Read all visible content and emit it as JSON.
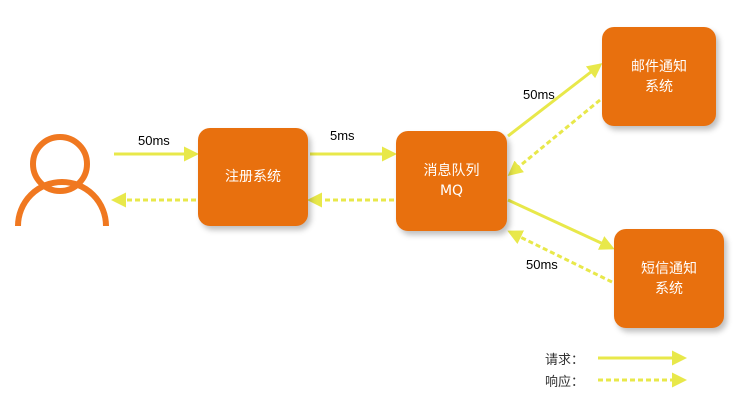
{
  "colors": {
    "box": "#E8700E",
    "person": "#F07820",
    "request_arrow": "#E8E84A",
    "response_arrow": "#E8E84A"
  },
  "person": {
    "icon": "user-icon"
  },
  "nodes": {
    "register": {
      "line1": "注册系统"
    },
    "mq": {
      "line1": "消息队列",
      "line2": "MQ"
    },
    "email": {
      "line1": "邮件通知",
      "line2": "系统"
    },
    "sms": {
      "line1": "短信通知",
      "line2": "系统"
    }
  },
  "edges": {
    "user_register": "50ms",
    "register_mq": "5ms",
    "mq_email": "50ms",
    "mq_sms": "50ms"
  },
  "legend": {
    "request": "请求：",
    "response": "响应："
  }
}
